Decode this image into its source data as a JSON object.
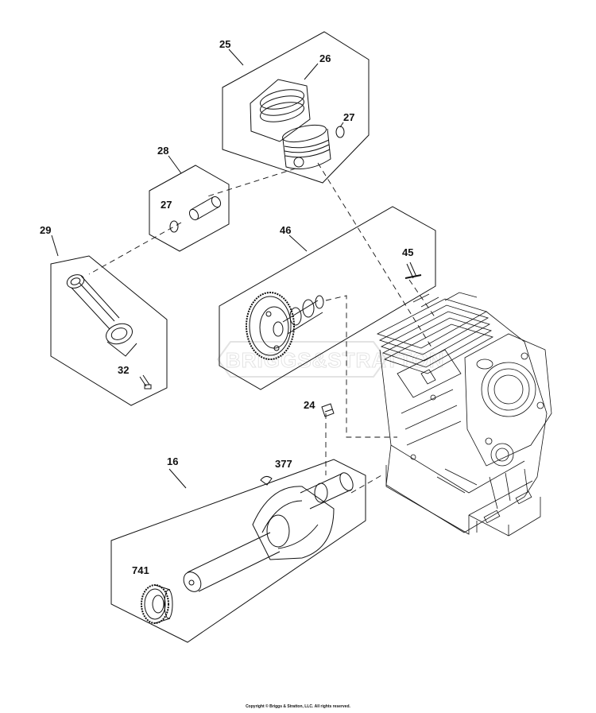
{
  "callouts": {
    "c25": "25",
    "c26": "26",
    "c27a": "27",
    "c28": "28",
    "c27b": "27",
    "c29": "29",
    "c46": "46",
    "c45": "45",
    "c32": "32",
    "c24": "24",
    "c16": "16",
    "c377": "377",
    "c741": "741"
  },
  "watermark": "BRIGGS&STRATTON",
  "copyright": "Copyright © Briggs & Stratton, LLC. All rights reserved.",
  "colors": {
    "line": "#111111",
    "watermark": "#e3e3e3",
    "background": "#ffffff"
  }
}
